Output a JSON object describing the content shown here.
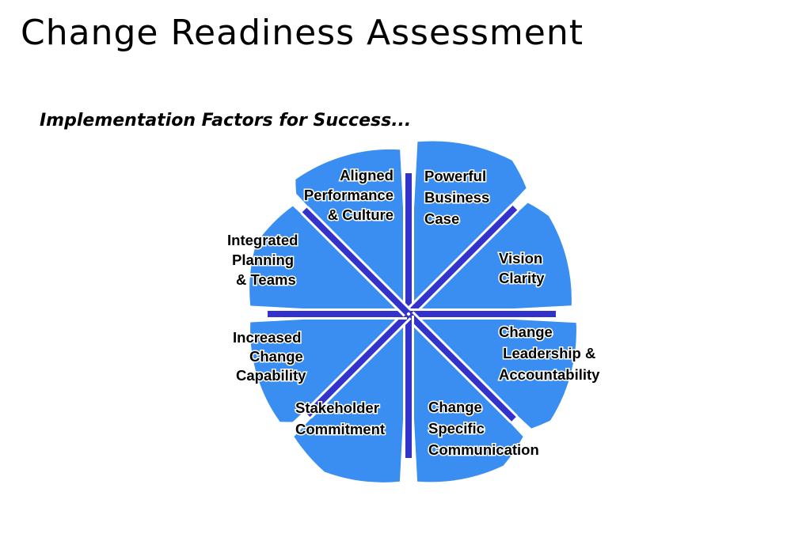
{
  "title": "Change Readiness Assessment",
  "subtitle": "Implementation Factors for Success...",
  "colors": {
    "segment": "#3a8ef2",
    "spoke": "#3333cc",
    "spoke_edge": "#2020a0",
    "label_text": "#000000"
  },
  "factors": [
    {
      "id": "powerful-business-case",
      "lines": [
        "Powerful",
        "Business",
        "Case"
      ]
    },
    {
      "id": "vision-clarity",
      "lines": [
        "Vision",
        "Clarity"
      ]
    },
    {
      "id": "change-leadership",
      "lines": [
        "Change",
        " Leadership &",
        "Accountability"
      ]
    },
    {
      "id": "change-specific-communication",
      "lines": [
        "Change",
        "Specific",
        "Communication"
      ]
    },
    {
      "id": "stakeholder-commitment",
      "lines": [
        "Stakeholder",
        "Commitment"
      ]
    },
    {
      "id": "increased-change-capability",
      "lines": [
        "Increased",
        "Change",
        "Capability"
      ]
    },
    {
      "id": "integrated-planning",
      "lines": [
        "Integrated",
        "Planning",
        "& Teams"
      ]
    },
    {
      "id": "aligned-performance",
      "lines": [
        "Aligned",
        "Performance",
        "& Culture"
      ]
    }
  ]
}
